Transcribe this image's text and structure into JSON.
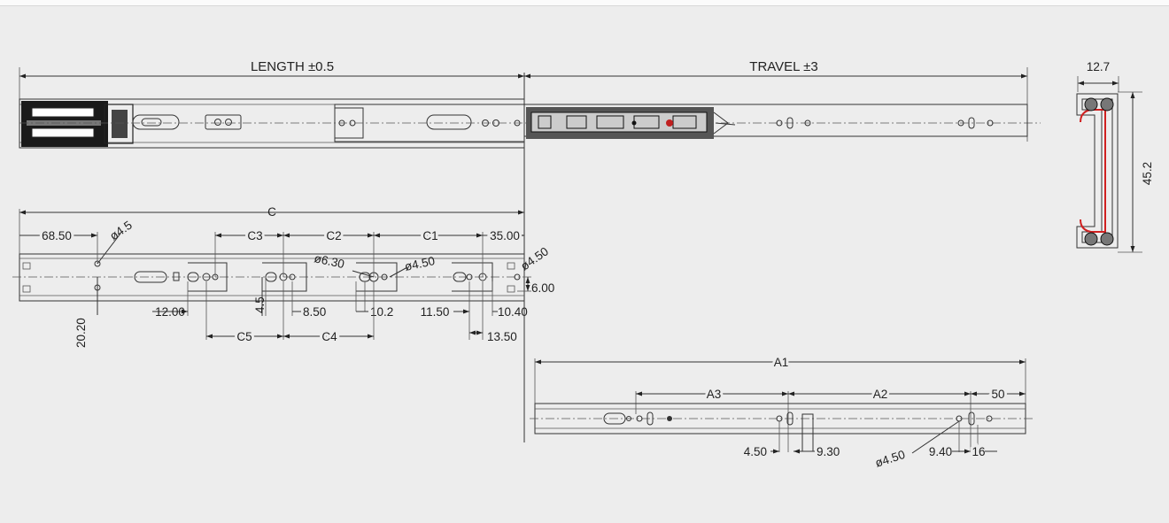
{
  "top_view": {
    "length_label": "LENGTH ±0.5",
    "travel_label": "TRAVEL ±3"
  },
  "profile": {
    "width_label": "12.7",
    "height_label": "45.2",
    "highlight_color": "#d02020"
  },
  "rail_view": {
    "c_label": "C",
    "d68": "68.50",
    "hole_phi45": "ø4.5",
    "c3": "C3",
    "c2": "C2",
    "c1": "C1",
    "d35": "35.00",
    "hole_phi630": "ø6.30",
    "hole_phi450": "ø4.50",
    "hole_phi450_end": "ø4.50",
    "d6": "6.00",
    "d12": "12.00",
    "d45": "4.5",
    "d85": "8.50",
    "d102": "10.2",
    "d115": "11.50",
    "d104": "10.40",
    "d2020": "20.20",
    "c5": "C5",
    "c4": "C4",
    "d135": "13.50"
  },
  "member_view": {
    "a1": "A1",
    "a3": "A3",
    "a2": "A2",
    "d50": "50",
    "d450": "4.50",
    "d930": "9.30",
    "hole_phi450": "ø4.50",
    "d940": "9.40",
    "d16": "16"
  }
}
